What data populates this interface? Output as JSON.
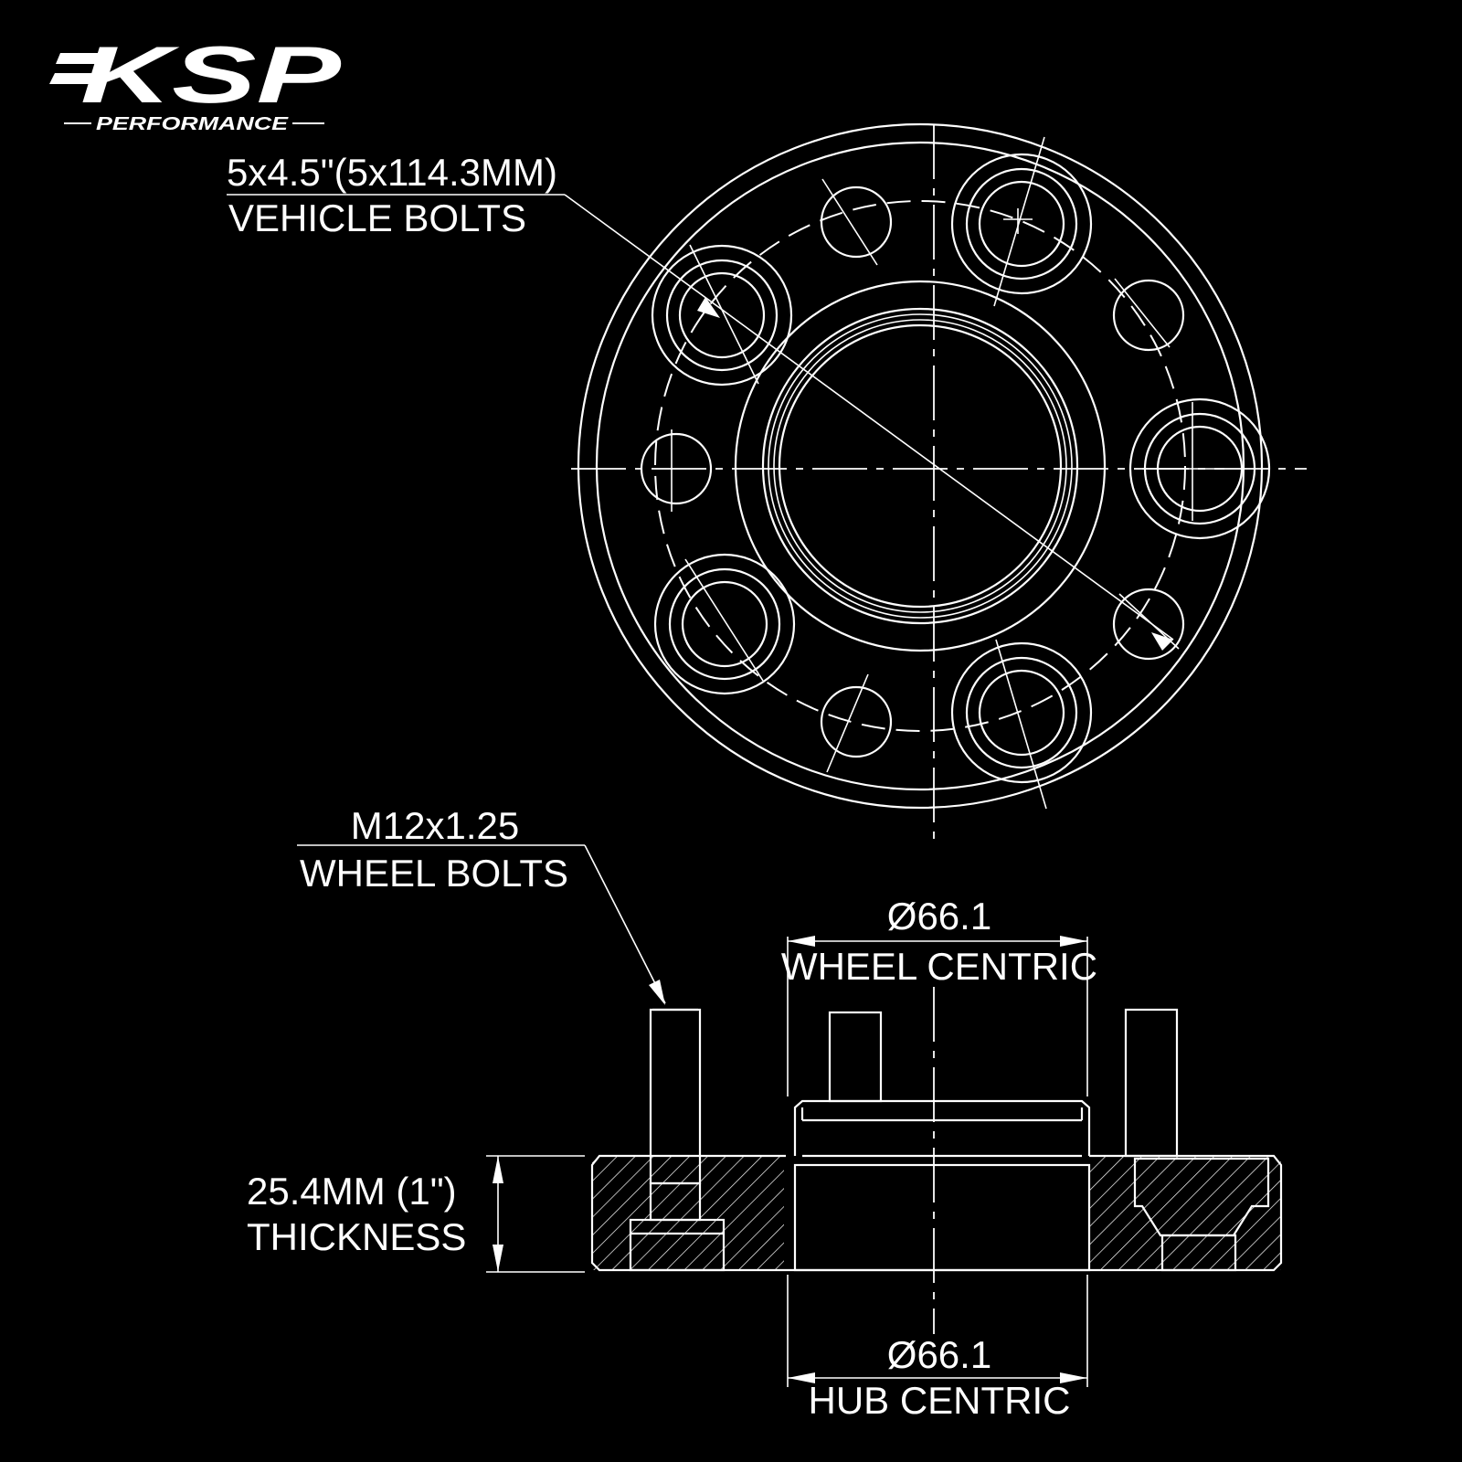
{
  "logo": {
    "brand": "KSP",
    "tagline": "PERFORMANCE"
  },
  "top_view": {
    "vehicle_bolts_spec": "5x4.5\"(5x114.3MM)",
    "vehicle_bolts_label": "VEHICLE BOLTS"
  },
  "side_view": {
    "wheel_bolts_spec": "M12x1.25",
    "wheel_bolts_label": "WHEEL BOLTS",
    "wheel_centric_value": "Ø66.1",
    "wheel_centric_label": "WHEEL CENTRIC",
    "hub_centric_value": "Ø66.1",
    "hub_centric_label": "HUB CENTRIC",
    "thickness_value": "25.4MM (1\")",
    "thickness_label": "THICKNESS"
  },
  "colors": {
    "background": "#000000",
    "line": "#ffffff"
  }
}
